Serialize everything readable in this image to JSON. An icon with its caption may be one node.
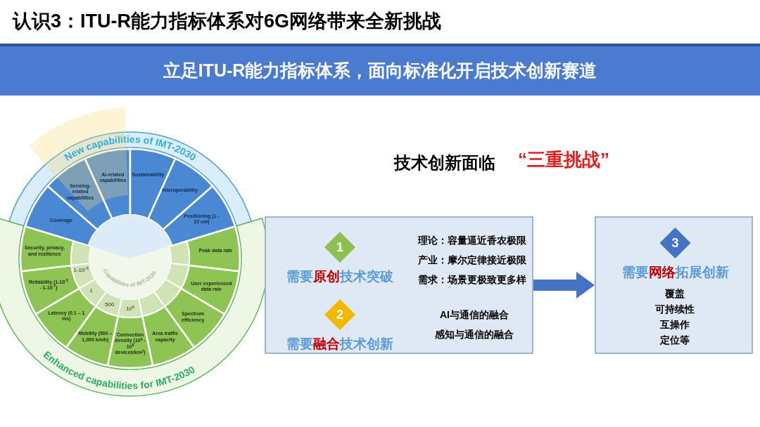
{
  "diagram": {
    "title": "认识3：ITU-R能力指标体系对6G网络带来全新挑战",
    "nodes": [
      {
        "text": [
          "立足ITU-R能力指标体系，面向标准化开启技术创新赛道"
        ]
      },
      {
        "text": [],
        "shape": "box"
      },
      {
        "text": [
          "1",
          "需要**原创**技术突破"
        ],
        "in": 1
      },
      {
        "text": [
          "2",
          "需要**融合**技术创新"
        ],
        "in": 1
      },
      {
        "text": [],
        "shape": "box"
      },
      {
        "text": [
          "3",
          "需要**网络**拓展创新"
        ],
        "in": 4
      }
    ],
    "edges": [
      {
        "from": 1,
        "to": 4,
        "arrow": "to"
      }
    ],
    "labels": [
      "技术创新面临",
      "“三重挑战”",
      "New capabilities of IMT-2030",
      "Coverage",
      "Sensing-related capabilities",
      "AI-related capabilities",
      "Sustainability",
      "Interoperability",
      "Positioning (1 - 10 cm)",
      "Security, privacy, and resilience",
      "Peak data rate",
      "Reliability (1-10$^{-5}$ - 1-10$^{-7}$)",
      "User experienced data rate",
      "1-10$^{-5}$",
      "Capabilities of IMT-2020",
      "Latency (0.1 – 1 ms)",
      "1",
      "Spectrum efficiency",
      "500",
      "10$^{6}$",
      "Mobility (500 – 1,000 km/h)",
      "Connection density (10$^{6}$ - 10$^{8}$ devices/km$^{2}$)",
      "Area traffic capacity",
      "Enhanced capabilities for IMT-2030",
      "理论：容量逼近香农极限",
      "产业：摩尔定律接近极限",
      "需求：场景更极致更多样",
      "AI与通信的融合",
      "感知与通信的融合",
      "覆盖",
      "可持续性",
      "互操作",
      "定位等"
    ]
  }
}
